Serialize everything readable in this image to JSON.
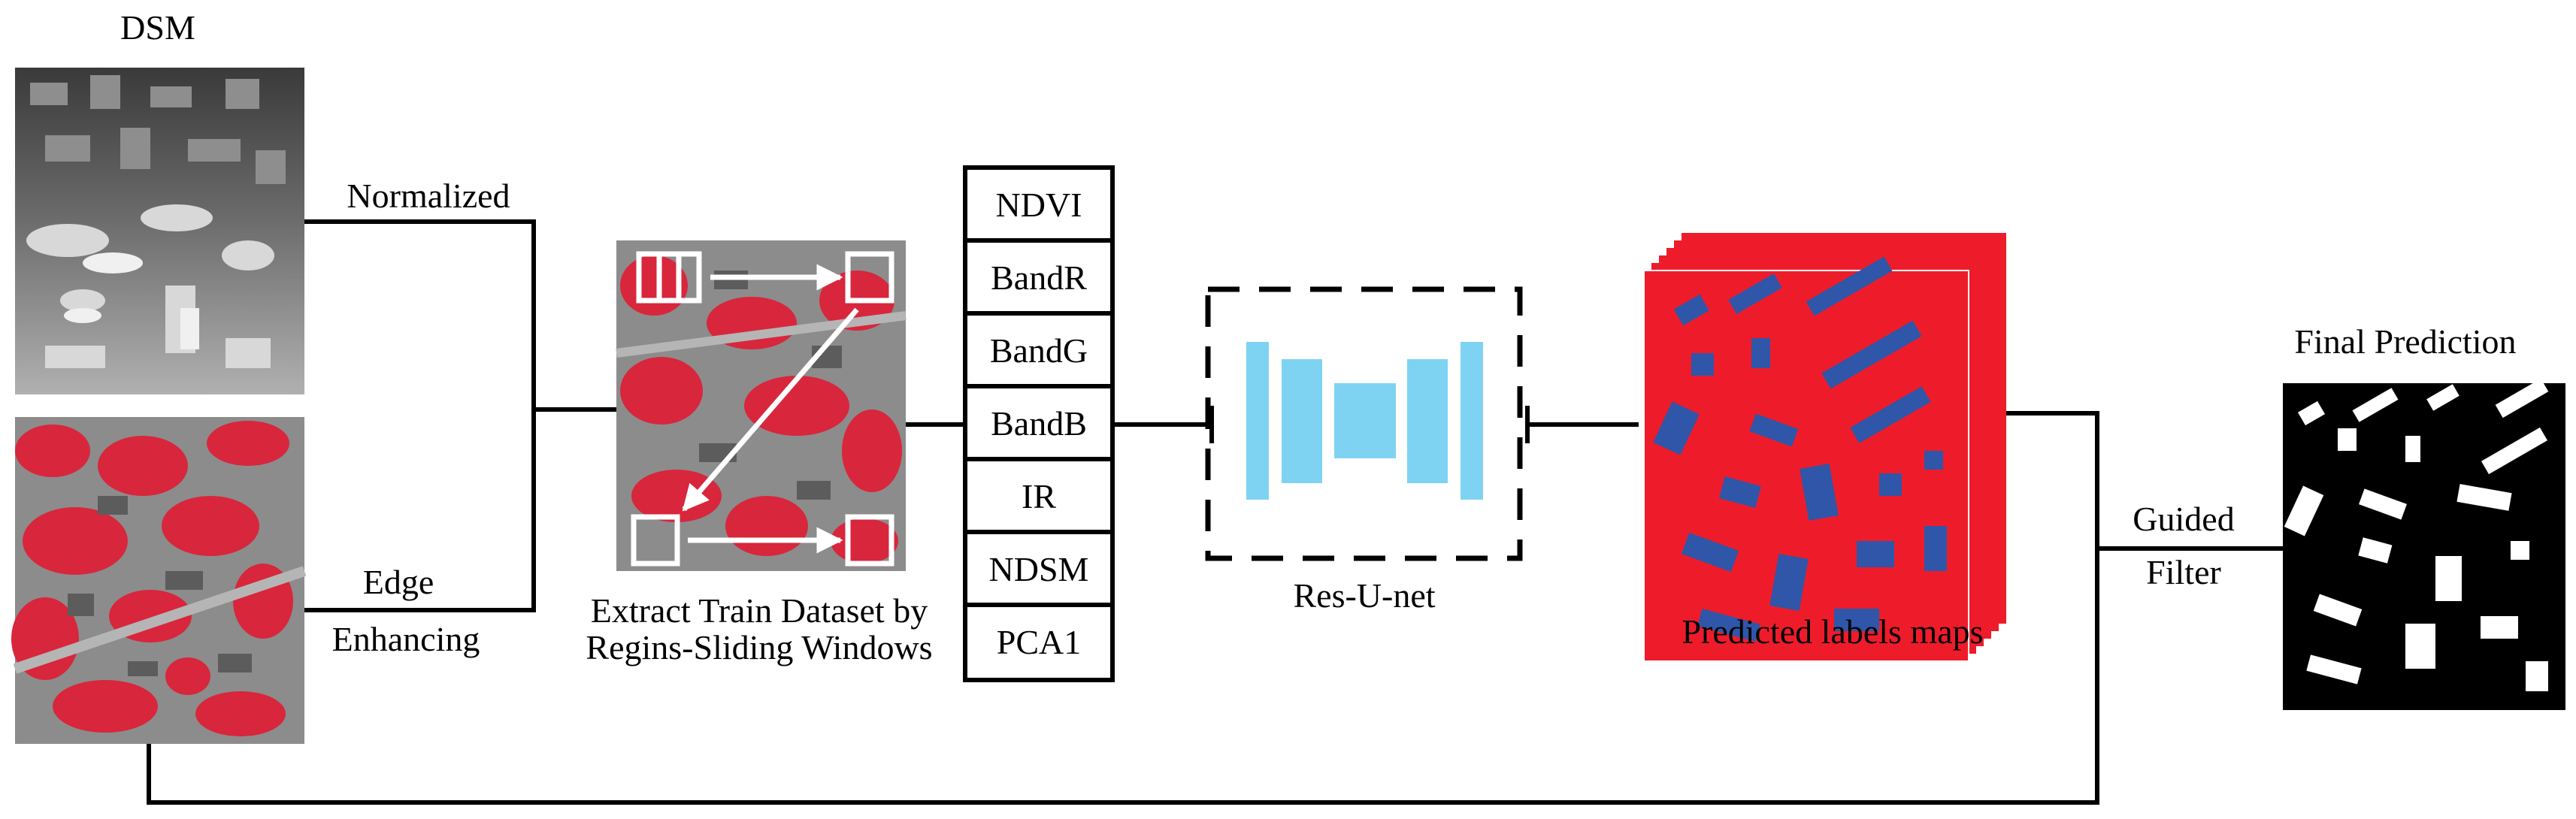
{
  "labels": {
    "dsm": "DSM",
    "normalized": "Normalized",
    "edge": "Edge",
    "enhancing": "Enhancing",
    "extract_line1": "Extract Train Dataset by",
    "extract_line2": "Regins-Sliding Windows",
    "res_unet": "Res-U-net",
    "predicted": "Predicted labels maps",
    "guided": "Guided",
    "filter": "Filter",
    "final": "Final Prediction"
  },
  "bands": [
    "NDVI",
    "BandR",
    "BandG",
    "BandB",
    "IR",
    "NDSM",
    "PCA1"
  ],
  "colors": {
    "line": "#000000",
    "network_block": "#7fd3f2",
    "label_red": "#ee1c2a",
    "label_blue": "#2f56a8",
    "vegetation": "#d8263c",
    "roof": "#8c8c8c",
    "road": "#a9a9a9"
  }
}
